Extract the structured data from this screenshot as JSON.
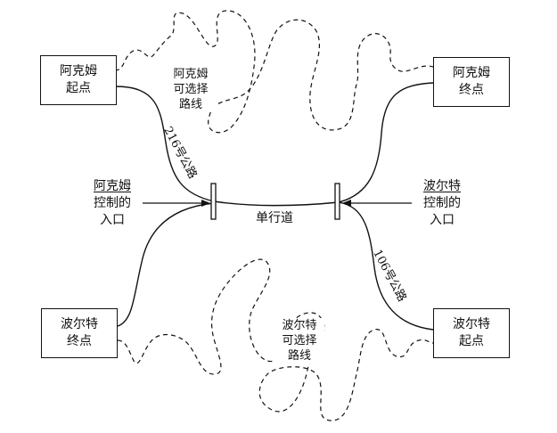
{
  "boxes": {
    "arkham_start": {
      "line1": "阿克姆",
      "line2": "起点"
    },
    "arkham_end": {
      "line1": "阿克姆",
      "line2": "终点"
    },
    "boston_end": {
      "line1": "波尔特",
      "line2": "终点"
    },
    "boston_start": {
      "line1": "波尔特",
      "line2": "起点"
    }
  },
  "labels": {
    "arkham_alt_route": {
      "line1": "阿克姆",
      "line2": "可选择",
      "line3": "路线"
    },
    "boston_alt_route": {
      "line1": "波尔特",
      "line2": "可选择",
      "line3": "路线"
    },
    "arkham_control": {
      "line1": "阿克姆",
      "line2": "控制的",
      "line3": "入口"
    },
    "boston_control": {
      "line1": "波尔特",
      "line2": "控制的",
      "line3": "入口"
    },
    "one_way": "单行道",
    "route_216": "216号公路",
    "route_106": "106号公路"
  }
}
